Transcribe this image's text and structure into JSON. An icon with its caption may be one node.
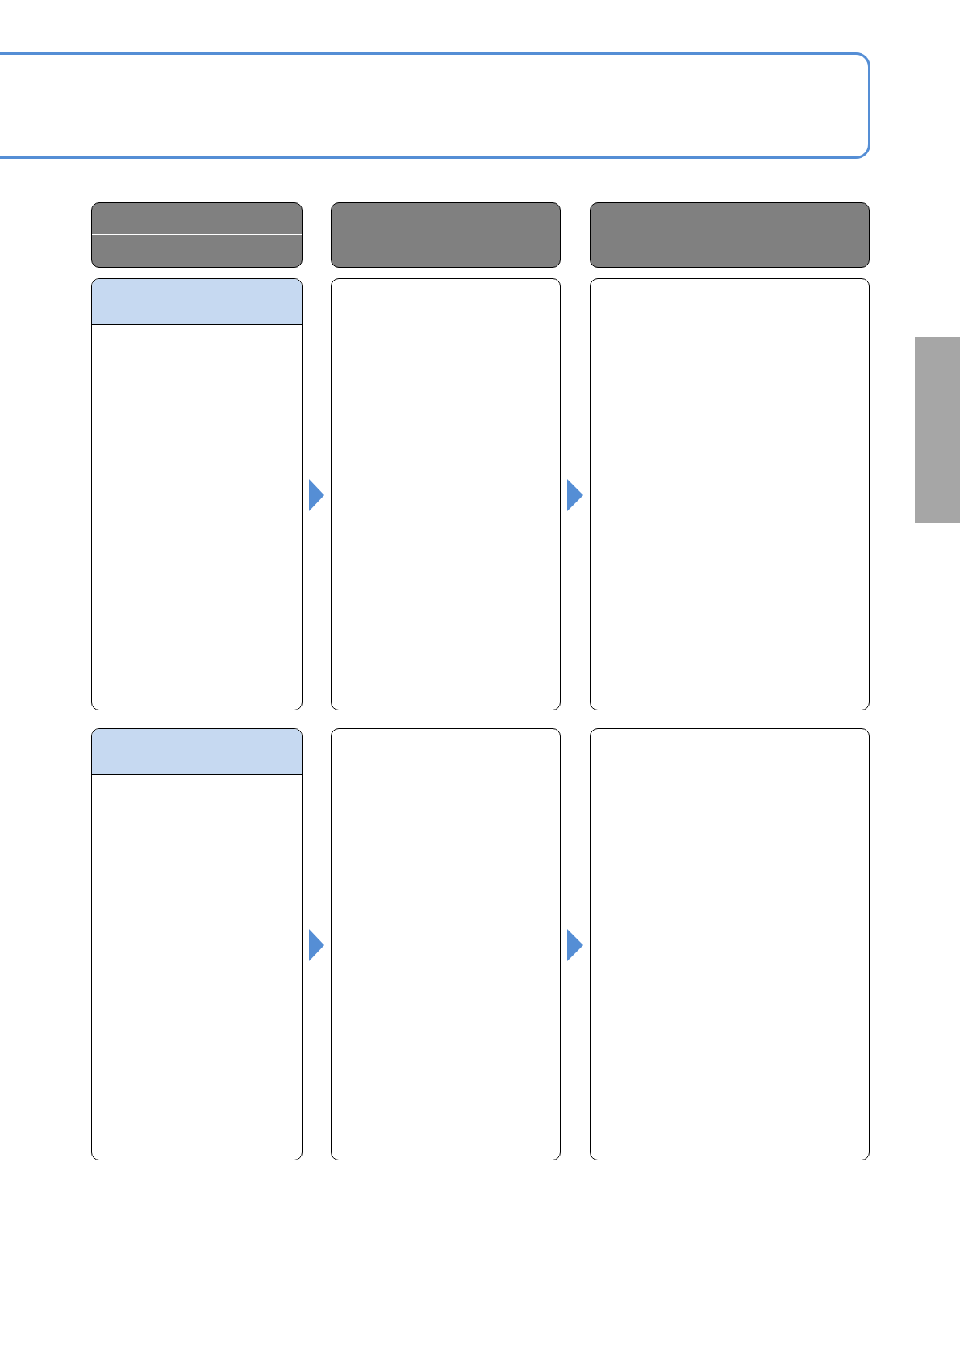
{
  "diagram": {
    "nodes": [
      {
        "text": [],
        "shape": "box"
      },
      {
        "text": [],
        "shape": "box"
      },
      {
        "text": [],
        "shape": "box"
      },
      {
        "text": [],
        "shape": "box"
      },
      {
        "text": [],
        "shape": "box"
      },
      {
        "text": [],
        "shape": "box"
      },
      {
        "text": [],
        "shape": "box"
      },
      {
        "text": [],
        "shape": "box"
      },
      {
        "text": [],
        "shape": "box"
      },
      {
        "text": [],
        "shape": "box"
      },
      {
        "text": [],
        "shape": "bar"
      }
    ],
    "edges": [
      {
        "from": 4,
        "to": 5,
        "arrow": "to"
      },
      {
        "from": 5,
        "to": 6,
        "arrow": "to"
      },
      {
        "from": 7,
        "to": 8,
        "arrow": "to"
      },
      {
        "from": 8,
        "to": 9,
        "arrow": "to"
      }
    ]
  }
}
